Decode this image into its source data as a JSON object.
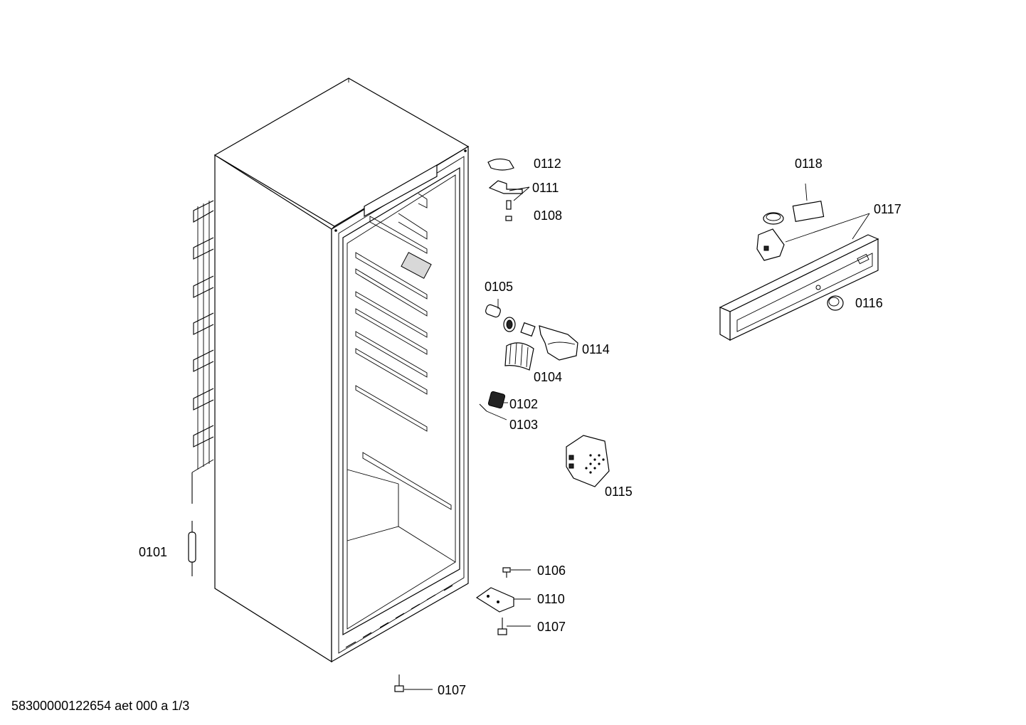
{
  "labels": {
    "p0112": "0112",
    "p0111": "0111",
    "p0108": "0108",
    "p0118": "0118",
    "p0117": "0117",
    "p0105": "0105",
    "p0116": "0116",
    "p0114": "0114",
    "p0104": "0104",
    "p0102": "0102",
    "p0103": "0103",
    "p0115": "0115",
    "p0101": "0101",
    "p0106": "0106",
    "p0110": "0110",
    "p0107a": "0107",
    "p0107b": "0107"
  },
  "footer": "58300000122654 aet 000 a 1/3"
}
